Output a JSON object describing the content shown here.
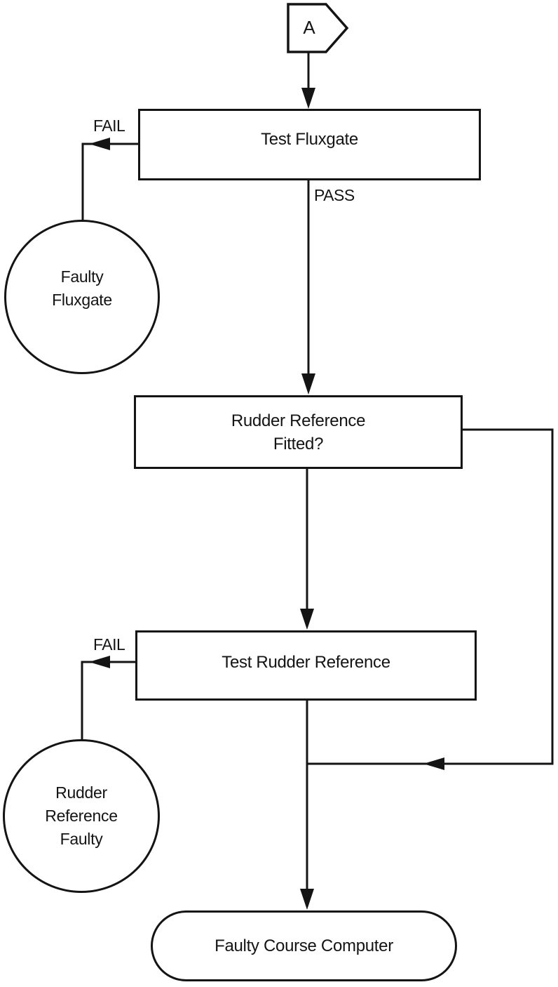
{
  "colors": {
    "ink": "#141414",
    "paper": "#ffffff"
  },
  "connector": {
    "label": "A"
  },
  "nodes": {
    "test_fluxgate": {
      "label": "Test Fluxgate"
    },
    "rudder_reference_fitted": {
      "line1": "Rudder Reference",
      "line2": "Fitted?"
    },
    "test_rudder_reference": {
      "label": "Test Rudder Reference"
    },
    "faulty_fluxgate": {
      "line1": "Faulty",
      "line2": "Fluxgate"
    },
    "rudder_reference_faulty": {
      "line1": "Rudder",
      "line2": "Reference",
      "line3": "Faulty"
    },
    "faulty_course_computer": {
      "label": "Faulty Course Computer"
    }
  },
  "edge_labels": {
    "fail_top": "FAIL",
    "pass": "PASS",
    "fail_bottom": "FAIL"
  }
}
